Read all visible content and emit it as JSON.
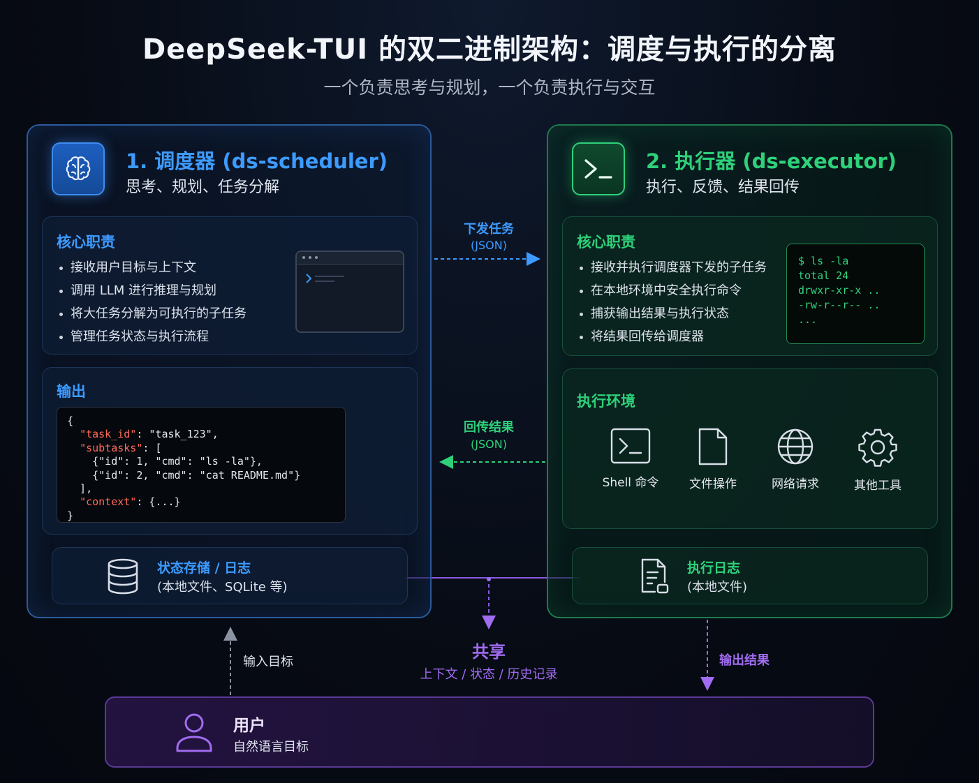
{
  "title": "DeepSeek-TUI 的双二进制架构：调度与执行的分离",
  "subtitle": "一个负责思考与规划，一个负责执行与交互",
  "colors": {
    "scheduler": "#3d9bff",
    "executor": "#2ed17a",
    "user": "#a06cf0"
  },
  "scheduler": {
    "icon": "brain-icon",
    "title": "1. 调度器 (ds-scheduler)",
    "subtitle": "思考、规划、任务分解",
    "core": {
      "title": "核心职责",
      "items": [
        "接收用户目标与上下文",
        "调用 LLM 进行推理与规划",
        "将大任务分解为可执行的子任务",
        "管理任务状态与执行流程"
      ]
    },
    "output": {
      "title": "输出",
      "code": {
        "open": "{",
        "k1": "\"task_id\"",
        "v1": ": \"task_123\",",
        "k2": "\"subtasks\"",
        "v2": ": [",
        "l3": "    {\"id\": 1, \"cmd\": \"ls -la\"},",
        "l4": "    {\"id\": 2, \"cmd\": \"cat README.md\"}",
        "l5": "  ],",
        "k6": "\"context\"",
        "v6": ": {...}",
        "close": "}"
      }
    },
    "storage": {
      "icon": "database-icon",
      "title": "状态存储 / 日志",
      "subtitle": "(本地文件、SQLite 等)"
    }
  },
  "executor": {
    "icon": "terminal-icon",
    "title": "2. 执行器 (ds-executor)",
    "subtitle": "执行、反馈、结果回传",
    "core": {
      "title": "核心职责",
      "items": [
        "接收并执行调度器下发的子任务",
        "在本地环境中安全执行命令",
        "捕获输出结果与执行状态",
        "将结果回传给调度器"
      ]
    },
    "terminal": [
      "$ ls -la",
      "total 24",
      "drwxr-xr-x ..",
      "-rw-r--r-- ..",
      "..."
    ],
    "env": {
      "title": "执行环境",
      "tools": [
        {
          "icon": "shell-icon",
          "label": "Shell 命令"
        },
        {
          "icon": "file-icon",
          "label": "文件操作"
        },
        {
          "icon": "globe-icon",
          "label": "网络请求"
        },
        {
          "icon": "gear-icon",
          "label": "其他工具"
        }
      ]
    },
    "log": {
      "icon": "log-file-icon",
      "title": "执行日志",
      "subtitle": "(本地文件)"
    }
  },
  "flows": {
    "dispatch": {
      "label": "下发任务",
      "sub": "(JSON)"
    },
    "return": {
      "label": "回传结果",
      "sub": "(JSON)"
    },
    "shared": {
      "label": "共享",
      "sub": "上下文 / 状态 / 历史记录"
    },
    "input": {
      "label": "输入目标"
    },
    "output": {
      "label": "输出结果"
    }
  },
  "user": {
    "icon": "user-icon",
    "title": "用户",
    "subtitle": "自然语言目标"
  }
}
